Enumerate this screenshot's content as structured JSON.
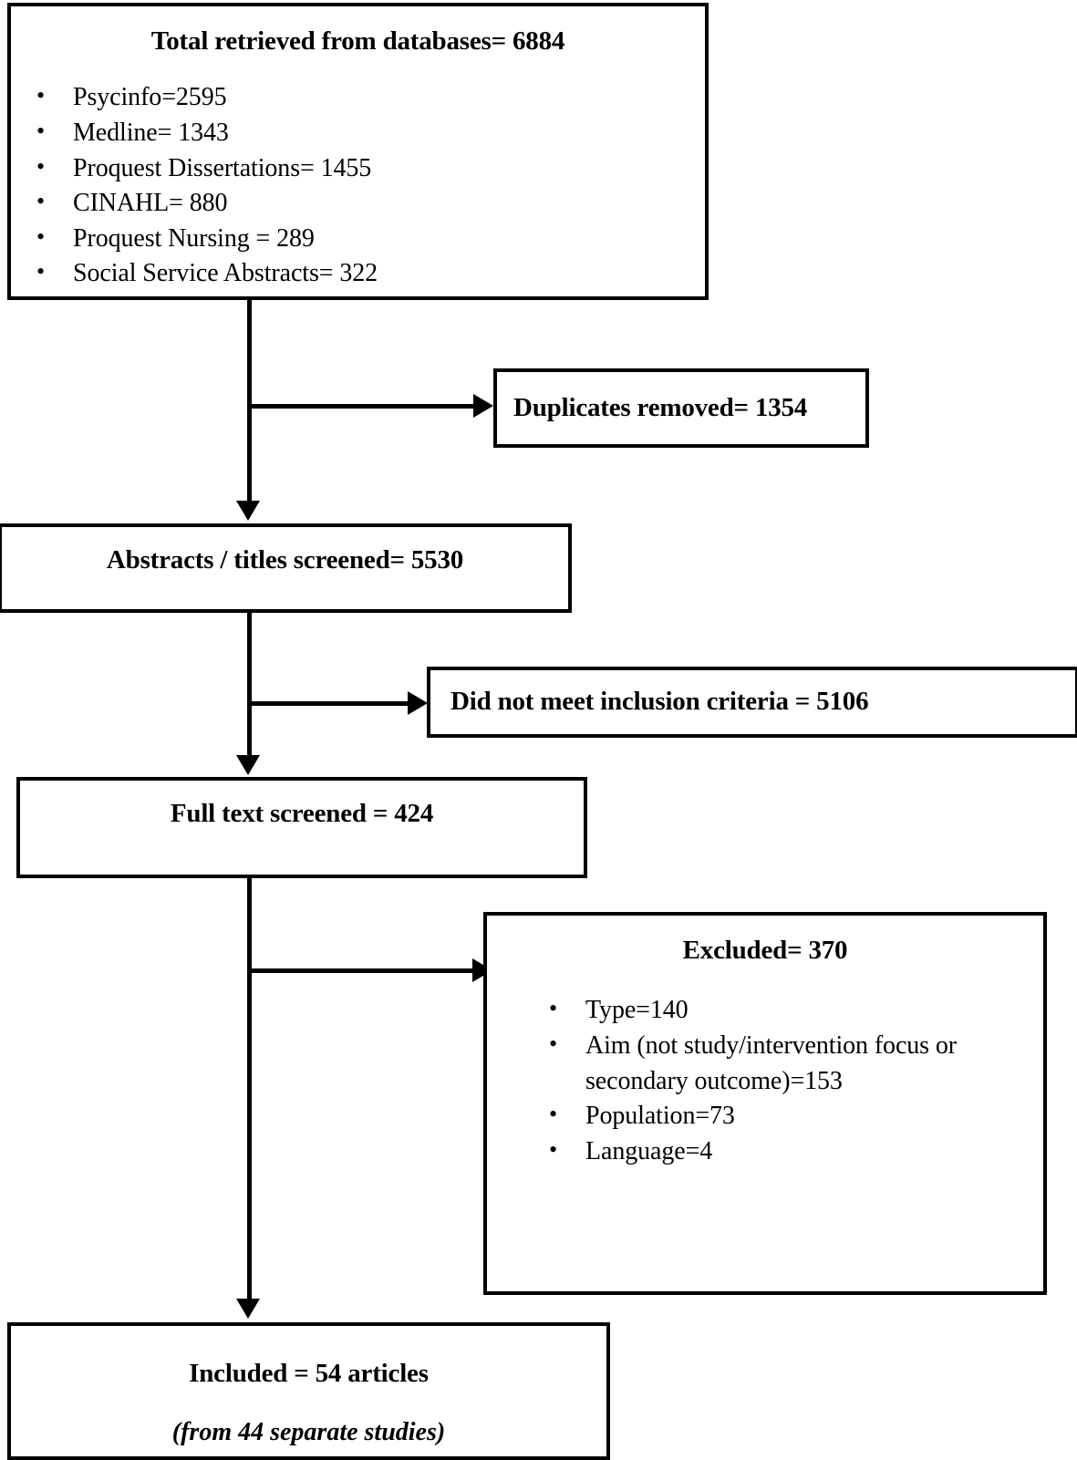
{
  "diagram": {
    "type": "prisma-flow-diagram",
    "nodes": {
      "retrieved": {
        "title": "Total retrieved from databases= 6884",
        "items": [
          "Psycinfo=2595",
          "Medline= 1343",
          "Proquest Dissertations= 1455",
          "CINAHL= 880",
          "Proquest Nursing = 289",
          "Social Service Abstracts= 322"
        ]
      },
      "duplicates": {
        "title": "Duplicates removed= 1354"
      },
      "screened": {
        "title": "Abstracts / titles screened= 5530"
      },
      "not_meet": {
        "title": "Did not meet inclusion criteria = 5106"
      },
      "fulltext": {
        "title": "Full text screened = 424"
      },
      "excluded": {
        "title": "Excluded= 370",
        "items": [
          "Type=140",
          "Aim (not study/intervention focus or secondary outcome)=153",
          "Population=73",
          "Language=4"
        ]
      },
      "included": {
        "title": "Included = 54 articles",
        "subtitle": "(from 44 separate studies)"
      }
    }
  }
}
